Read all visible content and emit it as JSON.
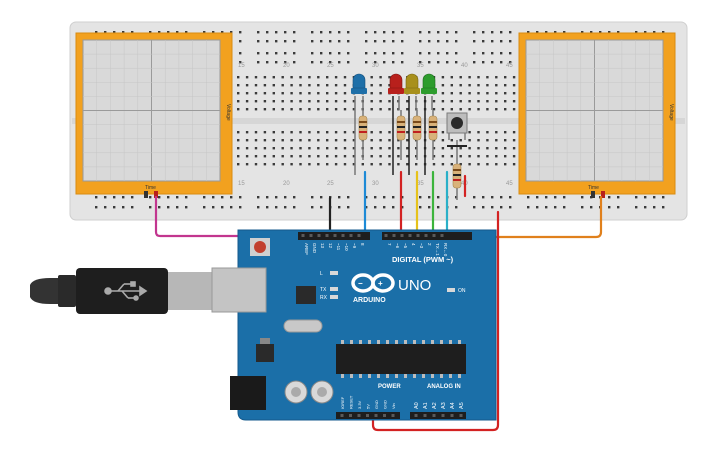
{
  "breadboard": {
    "column_numbers": [
      "15",
      "20",
      "25",
      "30",
      "35",
      "40",
      "45"
    ]
  },
  "oscilloscope_left": {
    "x_axis_label": "Time",
    "y_axis_label": "Voltage"
  },
  "oscilloscope_right": {
    "x_axis_label": "Time",
    "y_axis_label": "Voltage"
  },
  "leds": [
    {
      "color_name": "blue",
      "color": "#1e6fa8"
    },
    {
      "color_name": "red",
      "color": "#b8201c"
    },
    {
      "color_name": "yellow",
      "color": "#a8901c"
    },
    {
      "color_name": "green",
      "color": "#2d9c2d"
    }
  ],
  "arduino": {
    "brand_logo": "ARDUINO",
    "model": "UNO",
    "digital_header": "DIGITAL (PWM ~)",
    "power_header": "POWER",
    "analog_header": "ANALOG IN",
    "on_led": "ON",
    "l_led": "L",
    "tx_led": "TX",
    "rx_led": "RX",
    "top_pins": [
      "AREF",
      "GND",
      "13",
      "12",
      "~11",
      "~10",
      "~9",
      "8",
      "7",
      "~6",
      "~5",
      "4",
      "~3",
      "2",
      "TX→1",
      "RX←0"
    ],
    "power_pins": [
      "IOREF",
      "RESET",
      "3.3V",
      "5V",
      "GND",
      "GND",
      "Vin"
    ],
    "analog_pins": [
      "A0",
      "A1",
      "A2",
      "A3",
      "A4",
      "A5"
    ]
  },
  "wire_colors": {
    "magenta": "#c2368f",
    "orange": "#e0801c",
    "red": "#d32222",
    "blue": "#1d8ad6",
    "yellow": "#e6c21a",
    "green": "#3cb43c",
    "cyan": "#2ab0c8",
    "black": "#222222"
  }
}
